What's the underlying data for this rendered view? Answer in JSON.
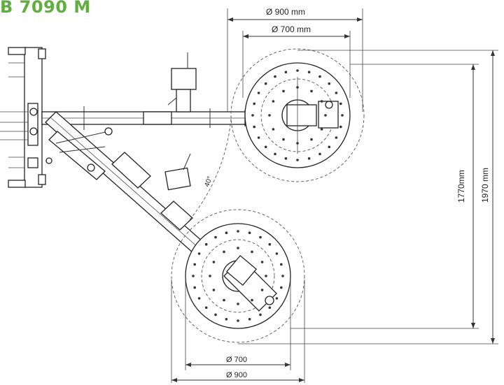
{
  "title": "B 7090 M",
  "colors": {
    "title": "#5fae3e",
    "lines": "#333333"
  },
  "dimensions": {
    "top_outer_diameter": "Ø 900 mm",
    "top_inner_diameter": "Ø 700 mm",
    "height_inner": "1770mm",
    "height_outer": "1970 mm",
    "bottom_inner_diameter": "Ø 700",
    "bottom_outer_diameter": "Ø 900",
    "angle": "40°"
  }
}
